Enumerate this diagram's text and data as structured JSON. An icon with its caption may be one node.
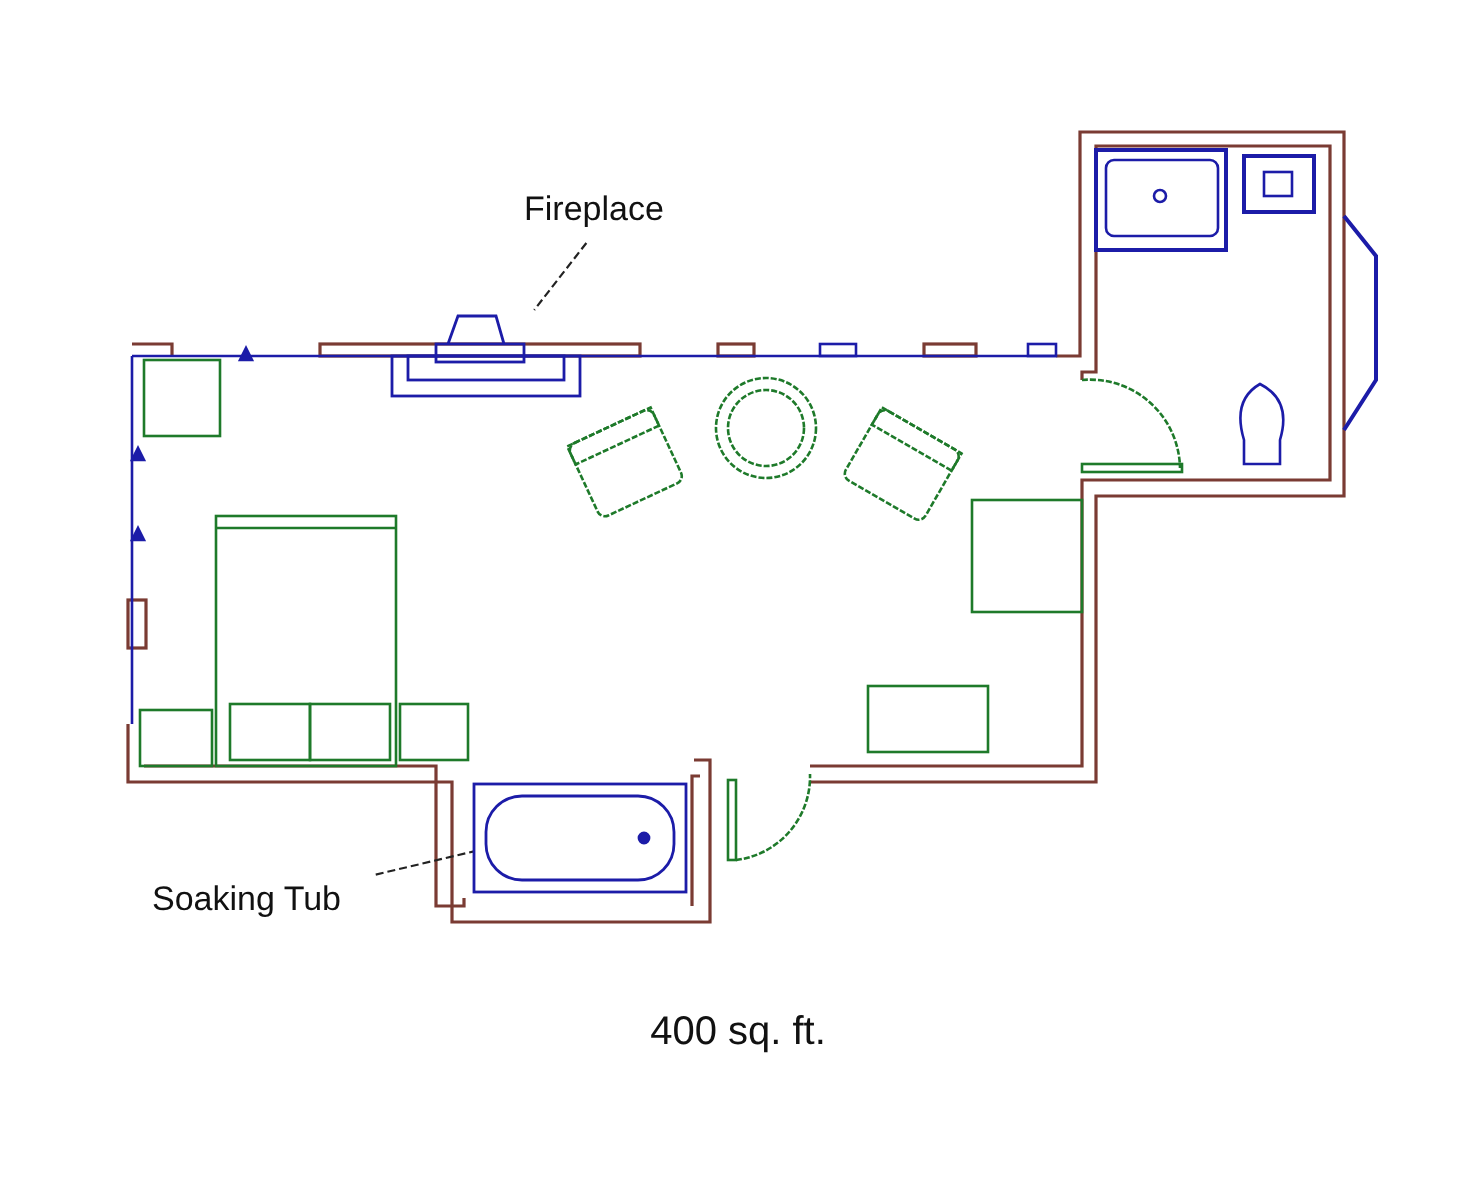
{
  "diagram": {
    "nodes": [
      {
        "text": [
          "Fireplace"
        ]
      },
      {
        "text": [],
        "shape": "picture"
      },
      {
        "text": [
          "Soaking Tub"
        ]
      },
      {
        "text": [],
        "shape": "picture"
      }
    ],
    "edges": [
      {
        "from": 0,
        "to": 1,
        "arrow": "none",
        "style": "dashed"
      },
      {
        "from": 2,
        "to": 3,
        "arrow": "none",
        "style": "dashed"
      }
    ],
    "labels": [
      "400 sq. ft."
    ]
  }
}
